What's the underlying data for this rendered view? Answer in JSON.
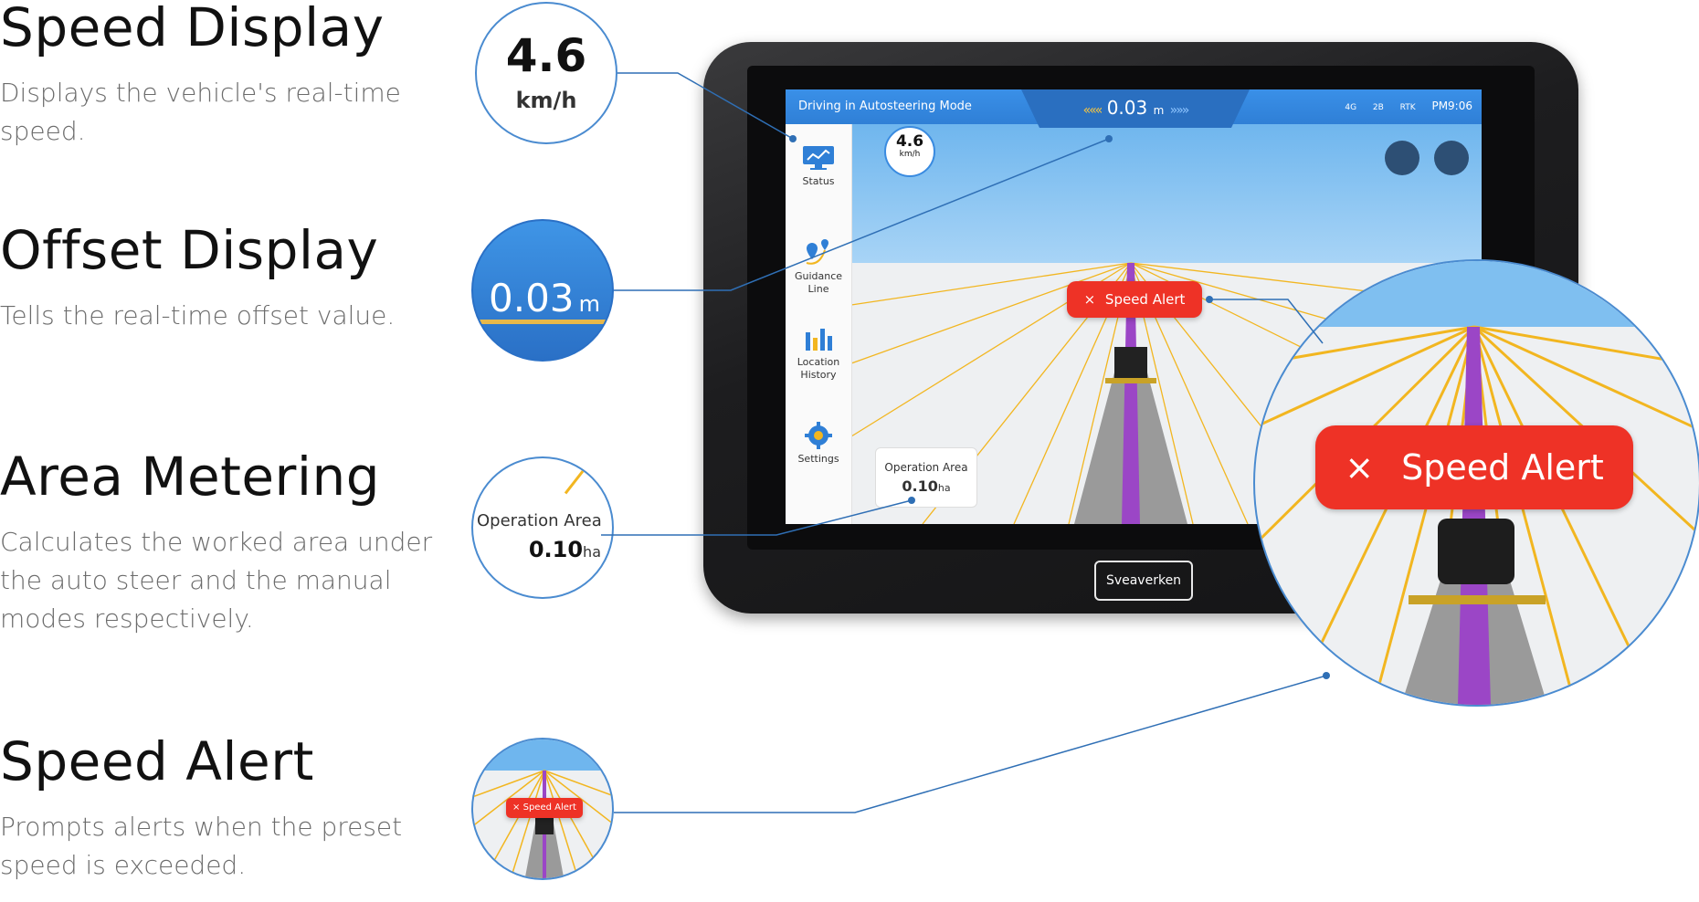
{
  "features": [
    {
      "title": "Speed Display",
      "desc_lines": [
        "Displays the vehicle's real-time",
        "speed."
      ]
    },
    {
      "title": "Offset Display",
      "desc_lines": [
        "Tells the real-time offset value."
      ]
    },
    {
      "title": "Area Metering",
      "desc_lines": [
        "Calculates the worked area under",
        "the auto steer and the manual",
        "modes respectively."
      ]
    },
    {
      "title": "Speed Alert",
      "desc_lines": [
        "Prompts alerts when the preset",
        "speed is exceeded."
      ]
    }
  ],
  "callouts": {
    "speed": {
      "value": "4.6",
      "unit": "km/h"
    },
    "offset": {
      "value": "0.03",
      "unit": "m"
    },
    "area": {
      "label": "Operation Area",
      "value": "0.10",
      "unit": "ha"
    },
    "alert": {
      "close": "×",
      "label": "Speed Alert"
    }
  },
  "device": {
    "brand": "Sveaverken",
    "topbar": {
      "mode": "Driving in Autosteering Mode",
      "offset_value": "0.03",
      "offset_unit": "m",
      "signal_4g": "4G",
      "signal_2": "2B",
      "signal_rtk": "RTK",
      "time": "PM9:06",
      "arrows_left": "«««",
      "arrows_right": "»»»"
    },
    "sidebar": [
      {
        "label": "Status",
        "icon": "monitor-chart-icon"
      },
      {
        "label": "Guidance",
        "label2": "Line",
        "icon": "route-pin-icon"
      },
      {
        "label": "Location",
        "label2": "History",
        "icon": "bar-chart-icon"
      },
      {
        "label": "Settings",
        "icon": "gear-icon"
      }
    ],
    "speed": {
      "value": "4.6",
      "unit": "km/h"
    },
    "alert": {
      "close": "×",
      "label": "Speed Alert"
    },
    "operation_area": {
      "label": "Operation Area",
      "value": "0.10",
      "unit": "ha"
    }
  },
  "colors": {
    "accent": "#2f7fd6",
    "alert": "#ee3226",
    "guide": "#9b46c6",
    "rays": "#f2b620"
  }
}
